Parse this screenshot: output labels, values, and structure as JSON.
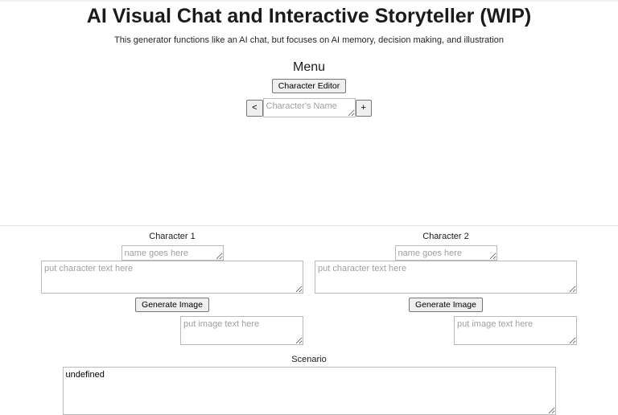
{
  "header": {
    "title": "AI Visual Chat and Interactive Storyteller (WIP)",
    "subtitle": "This generator functions like an AI chat, but focuses on AI memory, decision making, and illustration"
  },
  "menu": {
    "heading": "Menu",
    "character_editor_label": "Character Editor",
    "prev_label": "<",
    "add_label": "+",
    "character_name": {
      "value": "",
      "placeholder": "Character's Name"
    }
  },
  "characters": [
    {
      "heading": "Character 1",
      "name_field": {
        "value": "",
        "placeholder": "name goes here"
      },
      "description_field": {
        "value": "",
        "placeholder": "put character text here"
      },
      "generate_label": "Generate Image",
      "image_prompt_field": {
        "value": "",
        "placeholder": "put image text here"
      }
    },
    {
      "heading": "Character 2",
      "name_field": {
        "value": "",
        "placeholder": "name goes here"
      },
      "description_field": {
        "value": "",
        "placeholder": "put character text here"
      },
      "generate_label": "Generate Image",
      "image_prompt_field": {
        "value": "",
        "placeholder": "put image text here"
      }
    }
  ],
  "scenario": {
    "heading": "Scenario",
    "field": {
      "value": "undefined",
      "placeholder": ""
    }
  },
  "colors": {
    "page_background": "#ffffff",
    "text": "#1b1b1b",
    "input_border": "#b9b9b9",
    "button_face": "#efefef",
    "button_border": "#767676",
    "placeholder": "#a0a0a0",
    "divider": "#e3e3e3"
  }
}
